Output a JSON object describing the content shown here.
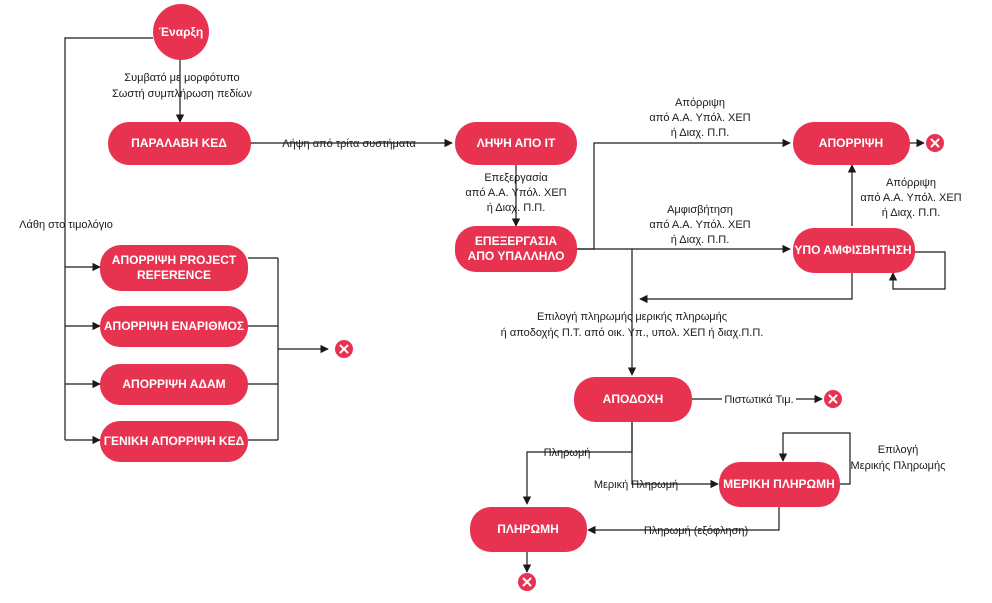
{
  "colors": {
    "node": "#e7334f",
    "line": "#1a1a1a",
    "text_on_node": "#ffffff"
  },
  "nodes": {
    "start": "Έναρξη",
    "receive": "ΠΑΡΑΛΑΒΗ ΚΕΔ",
    "receive_it": "ΛΗΨΗ ΑΠΟ ΙΤ",
    "processing": [
      "ΕΠΕΞΕΡΓΑΣΙΑ",
      "ΑΠΟ ΥΠΑΛΛΗΛΟ"
    ],
    "reject_project": [
      "ΑΠΟΡΡΙΨΗ PROJECT",
      "REFERENCE"
    ],
    "reject_serial": "ΑΠΟΡΡΙΨΗ ΕΝΑΡΙΘΜΟΣ",
    "reject_adam": "ΑΠΟΡΡΙΨΗ ΑΔΑΜ",
    "reject_general": "ΓΕΝΙΚΗ ΑΠΟΡΡΙΨΗ ΚΕΔ",
    "rejection": "ΑΠΟΡΡΙΨΗ",
    "disputed": "ΥΠΟ ΑΜΦΙΣΒΗΤΗΣΗ",
    "acceptance": "ΑΠΟΔΟΧΗ",
    "partial_payment": "ΜΕΡΙΚΗ ΠΛΗΡΩΜΗ",
    "payment": "ΠΛΗΡΩΜΗ"
  },
  "end_symbol": "end-x-icon",
  "labels": {
    "template": [
      "Συμβατό με μορφότυπο",
      "Σωστή συμπλήρωση πεδίων"
    ],
    "third_party": "Λήψη από τρίτα συστήματα",
    "edit": [
      "Επεξεργασία",
      "από Α.Α. Υπόλ. ΧΕΠ",
      "ή Διαχ. Π.Π."
    ],
    "invoice_errors": "Λάθη στο τιμολόγιο",
    "reject_top": [
      "Απόρριψη",
      "από Α.Α. Υπόλ. ΧΕΠ",
      "ή Διαχ. Π.Π."
    ],
    "dispute": [
      "Αμφισβήτηση",
      "από Α.Α. Υπόλ. ΧΕΠ",
      "ή Διαχ. Π.Π."
    ],
    "reject_right": [
      "Απόρριψη",
      "από Α.Α. Υπόλ. ΧΕΠ",
      "ή Διαχ. Π.Π."
    ],
    "accept_choice": [
      "Επιλογή πληρωμής μερικής πληρωμής",
      "ή αποδοχής Π.Τ. από οικ. Υπ., υπολ. ΧΕΠ ή διαχ.Π.Π."
    ],
    "credit": "Πιστωτικά Τιμ.",
    "pay": "Πληρωμή",
    "partial": "Μερική Πληρωμή",
    "choose_partial": [
      "Επιλογή",
      "Μερικής Πληρωμής"
    ],
    "settlement": "Πληρωμή (εξόφληση)"
  }
}
